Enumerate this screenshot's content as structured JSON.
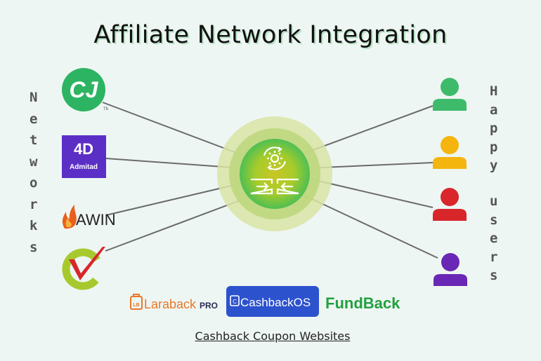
{
  "title": "Affiliate Network Integration",
  "left_label": "Networks",
  "right_label_1": "Happy",
  "right_label_2": "users",
  "networks": [
    {
      "name": "cj-logo",
      "text": "CJ",
      "tm": "TM"
    },
    {
      "name": "admitad-logo",
      "text": "Admitad"
    },
    {
      "name": "awin-logo",
      "text": "AWIN"
    },
    {
      "name": "vcommission-logo",
      "text": ""
    }
  ],
  "users": [
    {
      "color": "#3dbb6b"
    },
    {
      "color": "#f5b50f"
    },
    {
      "color": "#d8262b"
    },
    {
      "color": "#6a27b5"
    }
  ],
  "websites": {
    "laraback": {
      "main": "Laraback",
      "suffix": "PRO"
    },
    "cashbackos": {
      "main": "CashbackOS"
    },
    "fundback": {
      "main": "FundBack"
    }
  },
  "caption": "Cashback Coupon Websites",
  "colors": {
    "cj": "#2cb462",
    "admitad": "#5b2fc6",
    "awin_flame": "#e8601c",
    "fundback": "#23a040",
    "cashbackos_bg": "#2c52ce",
    "laraback": "#e8782a"
  }
}
